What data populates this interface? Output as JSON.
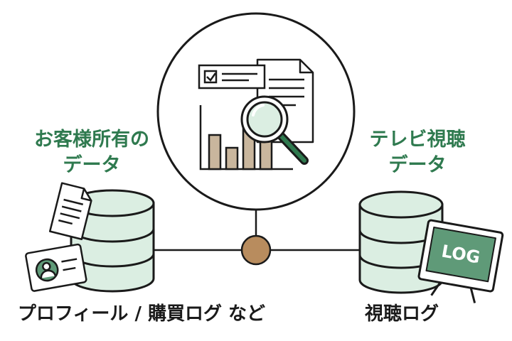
{
  "labels": {
    "left_heading_line1": "お客様所有の",
    "left_heading_line2": "データ",
    "right_heading_line1": "テレビ視聴",
    "right_heading_line2": "データ",
    "left_caption": "プロフィール / 購買ログ など",
    "right_caption": "視聴ログ",
    "tv_screen_text": "LOG"
  },
  "colors": {
    "accent_green": "#2f7a4f",
    "db_fill": "#dbeee2",
    "tv_screen": "#5f9a78",
    "bar_fill": "#c9b69d",
    "hub_fill": "#b88c5e",
    "magnifier_fill": "#dbeee2",
    "outline": "#1a1a1a"
  },
  "icons": {
    "left_database": "database-icon",
    "right_database": "database-icon",
    "document": "document-icon",
    "id_card": "id-card-icon",
    "tv": "tv-icon",
    "analysis": "magnifier-chart-icon",
    "hub": "hub-node-icon"
  }
}
